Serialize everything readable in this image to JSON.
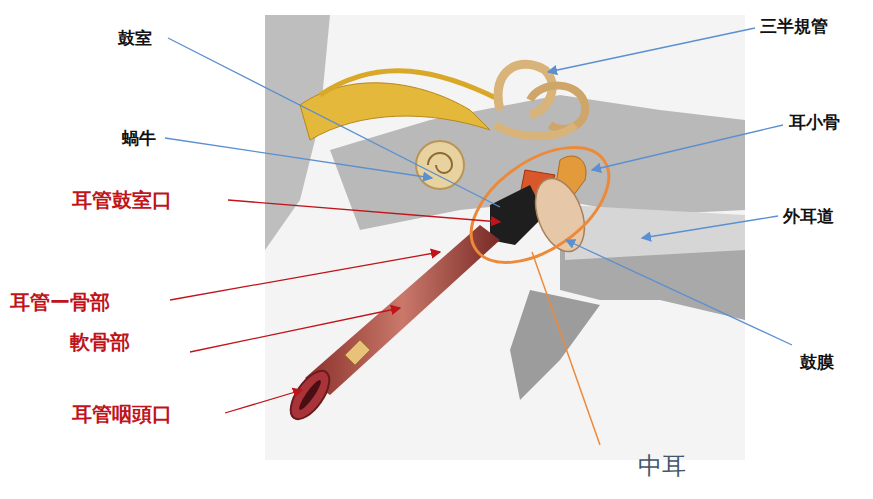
{
  "diagram": {
    "labels": [
      "鼓室",
      "三半規管",
      "蝸牛",
      "耳小骨",
      "耳管鼓室口",
      "外耳道",
      "耳管ー骨部",
      "軟骨部",
      "鼓膜",
      "耳管咽頭口",
      "中耳"
    ]
  }
}
